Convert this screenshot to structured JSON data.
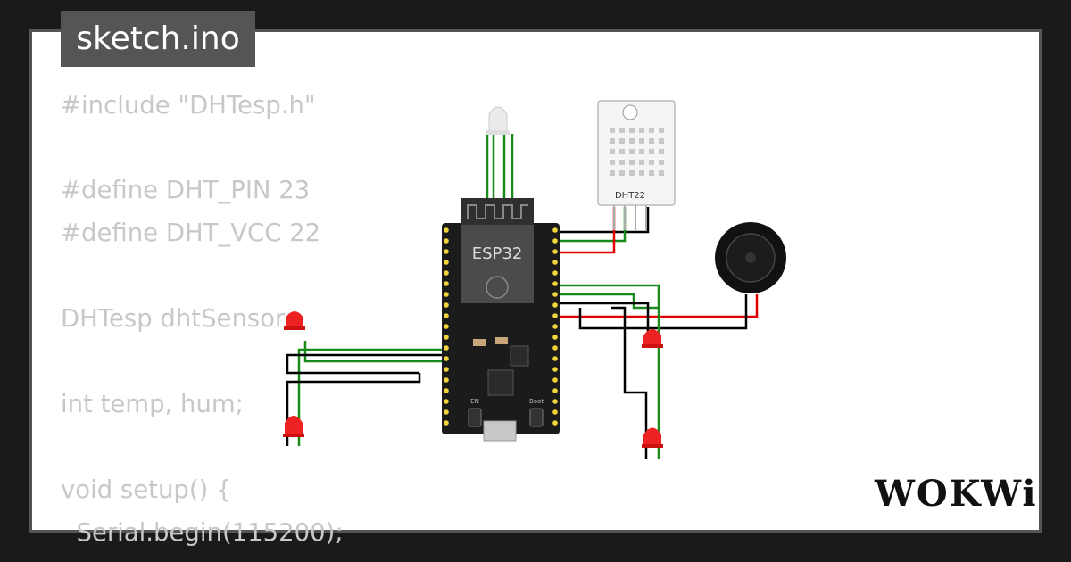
{
  "file_tab": {
    "label": "sketch.ino"
  },
  "code_lines": [
    "#include \"DHTesp.h\"",
    "",
    "#define DHT_PIN 23",
    "#define DHT_VCC 22",
    "",
    "DHTesp dhtSensor;",
    "",
    "int temp, hum;",
    "",
    "void setup() {",
    "  Serial.begin(115200);"
  ],
  "components": {
    "mcu": {
      "label": "ESP32"
    },
    "sensor": {
      "label": "DHT22"
    },
    "board_buttons": {
      "en": "EN",
      "boot": "Boot"
    }
  },
  "brand": {
    "logo_text": "WOKWi"
  },
  "colors": {
    "background": "#1a1a1a",
    "frame_border": "#555555",
    "code_text": "#c8c8c8",
    "wire_green": "#1a8a1a",
    "wire_red": "#e00000",
    "wire_black": "#000000",
    "led_red": "#e22"
  }
}
